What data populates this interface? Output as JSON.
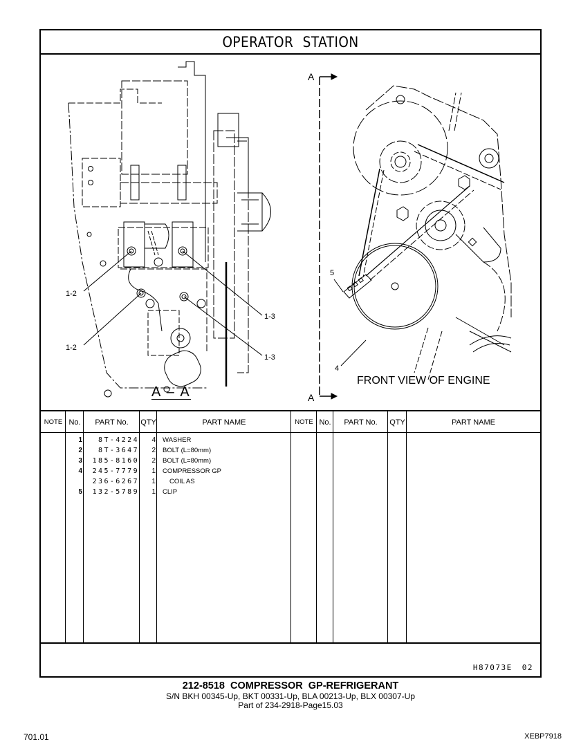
{
  "header": {
    "title": "OPERATOR STATION"
  },
  "drawing": {
    "section_view_label": "A – A",
    "front_view_label": "FRONT VIEW OF ENGINE",
    "section_marker_top": "A",
    "section_marker_bottom": "A",
    "callouts": {
      "upper_left_1_2": "1-2",
      "lower_left_1_2": "1-2",
      "upper_right_1_3": "1-3",
      "lower_right_1_3": "1-3",
      "clip_5": "5",
      "compressor_4": "4"
    }
  },
  "parts_table": {
    "columns": {
      "note": "NOTE",
      "no": "No.",
      "part_no": "PART No.",
      "qty": "QTY",
      "part_name": "PART NAME"
    },
    "rows": [
      {
        "no": "1",
        "part_no": "8T-4224",
        "qty": "4",
        "part_name": "WASHER",
        "indent": false
      },
      {
        "no": "2",
        "part_no": "8T-3647",
        "qty": "2",
        "part_name": "BOLT (L=80mm)",
        "indent": false
      },
      {
        "no": "3",
        "part_no": "185-8160",
        "qty": "2",
        "part_name": "BOLT (L=80mm)",
        "indent": false
      },
      {
        "no": "4",
        "part_no": "245-7779",
        "qty": "1",
        "part_name": "COMPRESSOR GP",
        "indent": false
      },
      {
        "no": "",
        "part_no": "236-6267",
        "qty": "1",
        "part_name": "COIL AS",
        "indent": true
      },
      {
        "no": "5",
        "part_no": "132-5789",
        "qty": "1",
        "part_name": "CLIP",
        "indent": false
      }
    ]
  },
  "footer": {
    "drawing_id": "H87073E",
    "drawing_rev": "02",
    "group_title": "212-8518  COMPRESSOR GP-REFRIGERANT",
    "serial_numbers": "S/N BKH 00345-Up, BKT 00331-Up, BLA 00213-Up, BLX 00307-Up",
    "part_of": "Part of 234-2918-Page15.03",
    "page_number": "701.01",
    "document_id": "XEBP7918"
  }
}
